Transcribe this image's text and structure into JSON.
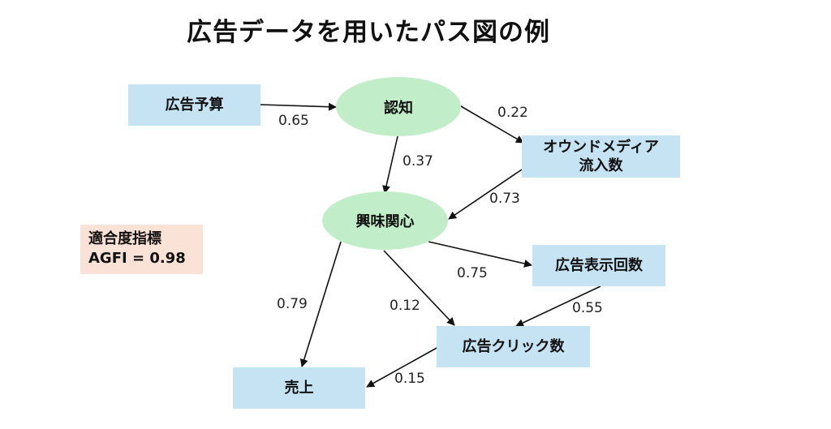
{
  "title": "広告データを用いたパス図の例",
  "nodes": {
    "ad_budget": "広告予算",
    "awareness": "認知",
    "owned_media": "オウンドメディア\n流入数",
    "interest": "興味関心",
    "ad_impressions": "広告表示回数",
    "ad_clicks": "広告クリック数",
    "sales": "売上"
  },
  "fit_index": {
    "label": "適合度指標",
    "value": "AGFI = 0.98"
  },
  "paths": [
    {
      "from": "ad_budget",
      "to": "awareness",
      "coef": "0.65"
    },
    {
      "from": "awareness",
      "to": "owned_media",
      "coef": "0.22"
    },
    {
      "from": "awareness",
      "to": "interest",
      "coef": "0.37"
    },
    {
      "from": "owned_media",
      "to": "interest",
      "coef": "0.73"
    },
    {
      "from": "interest",
      "to": "ad_impressions",
      "coef": "0.75"
    },
    {
      "from": "interest",
      "to": "ad_clicks",
      "coef": "0.12"
    },
    {
      "from": "interest",
      "to": "sales",
      "coef": "0.79"
    },
    {
      "from": "ad_impressions",
      "to": "ad_clicks",
      "coef": "0.55"
    },
    {
      "from": "ad_clicks",
      "to": "sales",
      "coef": "0.15"
    }
  ]
}
